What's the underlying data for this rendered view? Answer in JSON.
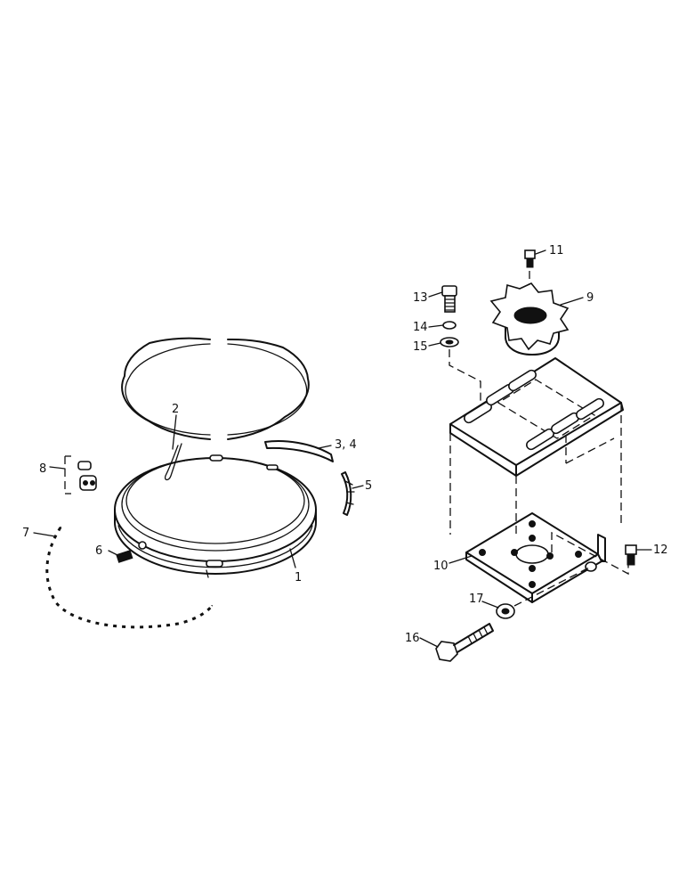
{
  "callouts": [
    {
      "id": "1",
      "label": "1"
    },
    {
      "id": "2",
      "label": "2"
    },
    {
      "id": "3-4",
      "label": "3, 4"
    },
    {
      "id": "5",
      "label": "5"
    },
    {
      "id": "6",
      "label": "6"
    },
    {
      "id": "7",
      "label": "7"
    },
    {
      "id": "8",
      "label": "8"
    },
    {
      "id": "9",
      "label": "9"
    },
    {
      "id": "10",
      "label": "10"
    },
    {
      "id": "11",
      "label": "11"
    },
    {
      "id": "12",
      "label": "12"
    },
    {
      "id": "13",
      "label": "13"
    },
    {
      "id": "14",
      "label": "14"
    },
    {
      "id": "15",
      "label": "15"
    },
    {
      "id": "16",
      "label": "16"
    },
    {
      "id": "17",
      "label": "17"
    }
  ]
}
